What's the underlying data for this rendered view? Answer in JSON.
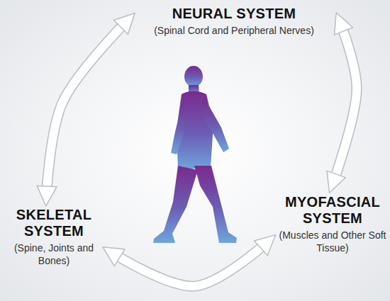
{
  "diagram": {
    "nodes": [
      {
        "text": [
          "NEURAL SYSTEM",
          "(Spinal Cord and Peripheral Nerves)"
        ]
      },
      {
        "text": [
          "SKELETAL SYSTEM",
          "(Spine, Joints and Bones)"
        ]
      },
      {
        "text": [
          "MYOFASCIAL SYSTEM",
          "(Muscles and Other Soft Tissue)"
        ]
      }
    ],
    "edges": [
      {
        "from": 0,
        "to": 2,
        "arrow": "both"
      },
      {
        "from": 2,
        "to": 1,
        "arrow": "both"
      },
      {
        "from": 1,
        "to": 0,
        "arrow": "both"
      }
    ]
  }
}
